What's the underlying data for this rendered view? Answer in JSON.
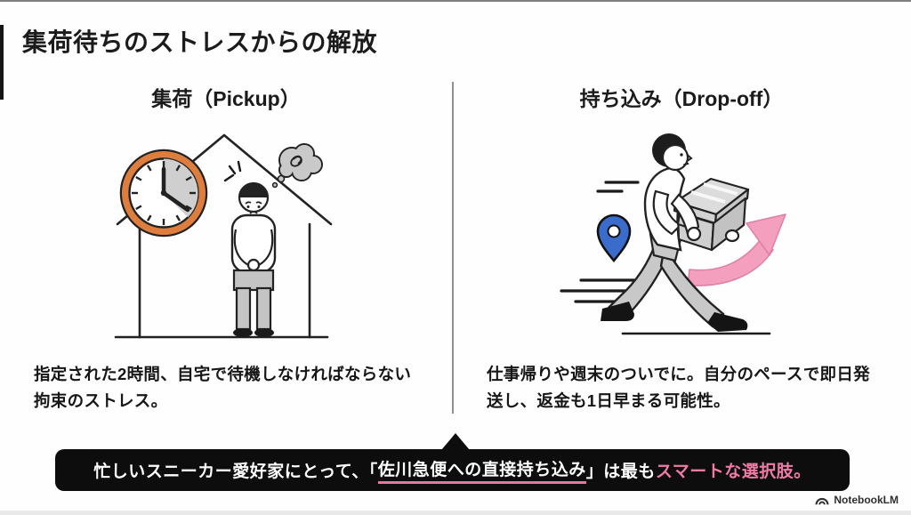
{
  "title": "集荷待ちのストレスからの解放",
  "columns": {
    "left": {
      "header": "集荷（Pickup）",
      "desc_lines": [
        "指定された2時間、自宅で待機しなければならない",
        "拘束のストレス。"
      ]
    },
    "right": {
      "header": "持ち込み（Drop-off）",
      "desc_lines": [
        "仕事帰りや週末のついでに。自分のペースで即日発",
        "送し、返金も1日早まる可能性。"
      ]
    }
  },
  "banner": {
    "text_prefix": "忙しいスニーカー愛好家にとって、「",
    "text_underlined": "佐川急便への直接持ち込み",
    "text_middle": "」は最も",
    "text_highlight": "スマートな選択肢。"
  },
  "watermark": {
    "label": "NotebookLM"
  },
  "icons": {
    "left_illustration": [
      "house-icon",
      "wall-clock-icon",
      "waiting-person-icon",
      "thought-bubble-icon",
      "stress-marks-icon"
    ],
    "right_illustration": [
      "walking-person-icon",
      "package-box-icon",
      "location-pin-icon",
      "speed-lines-icon",
      "up-trend-arrow-icon"
    ],
    "watermark_icon": "notebooklm-logo-icon"
  },
  "colors": {
    "clock_ring_orange": "#dd7e3e",
    "pin_blue": "#3a6ccb",
    "arrow_pink": "#f49fbe",
    "highlight_pink": "#ef7ba6",
    "underline_pink": "#e8749f",
    "banner_bg": "#0d0d0d",
    "text_dark": "#1b1b1b"
  }
}
